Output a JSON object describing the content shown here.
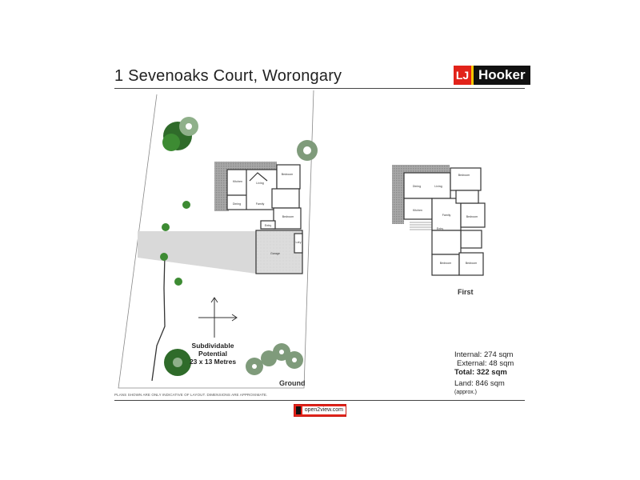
{
  "header": {
    "address": "1 Sevenoaks Court, Worongary",
    "brand_left": "LJ",
    "brand_right": "Hooker"
  },
  "floors": {
    "ground": "Ground",
    "first": "First"
  },
  "subdivision": {
    "line1": "Subdividable",
    "line2": "Potential",
    "line3": "23 x 13 Metres"
  },
  "areas": {
    "internal": "Internal: 274 sqm",
    "external": "External: 48 sqm",
    "total": "Total: 322 sqm",
    "land": "Land: 846 sqm",
    "approx": "(approx.)"
  },
  "disclaimer": "PLANS SHOWN ARE ONLY INDICATIVE OF LAYOUT. DIMENSIONS ARE APPROXIMATE.",
  "footer": {
    "badge_text": "open2view.com"
  },
  "ground_rooms": {
    "bedroom1": "Bedroom",
    "kitchen": "Kitchen",
    "living": "Living",
    "dining": "Dining",
    "family": "Family",
    "bedroom2": "Bedroom",
    "entry": "Entry",
    "garage": "Garage",
    "laundry": "Ldry"
  },
  "first_rooms": {
    "dining": "Dining",
    "living": "Living",
    "bedroom1": "Bedroom",
    "kitchen": "Kitchen",
    "family": "Family",
    "bedroom2": "Bedroom",
    "entry": "Entry",
    "bedroom3": "Bedroom",
    "bedroom4": "Bedroom"
  },
  "colors": {
    "brand_red": "#e2231a",
    "brand_yellow": "#f7c600",
    "wall": "#3a3a3a",
    "deck": "#9e9e9e",
    "driveway": "#d9d9d9",
    "tree": "#2f6b2a"
  }
}
